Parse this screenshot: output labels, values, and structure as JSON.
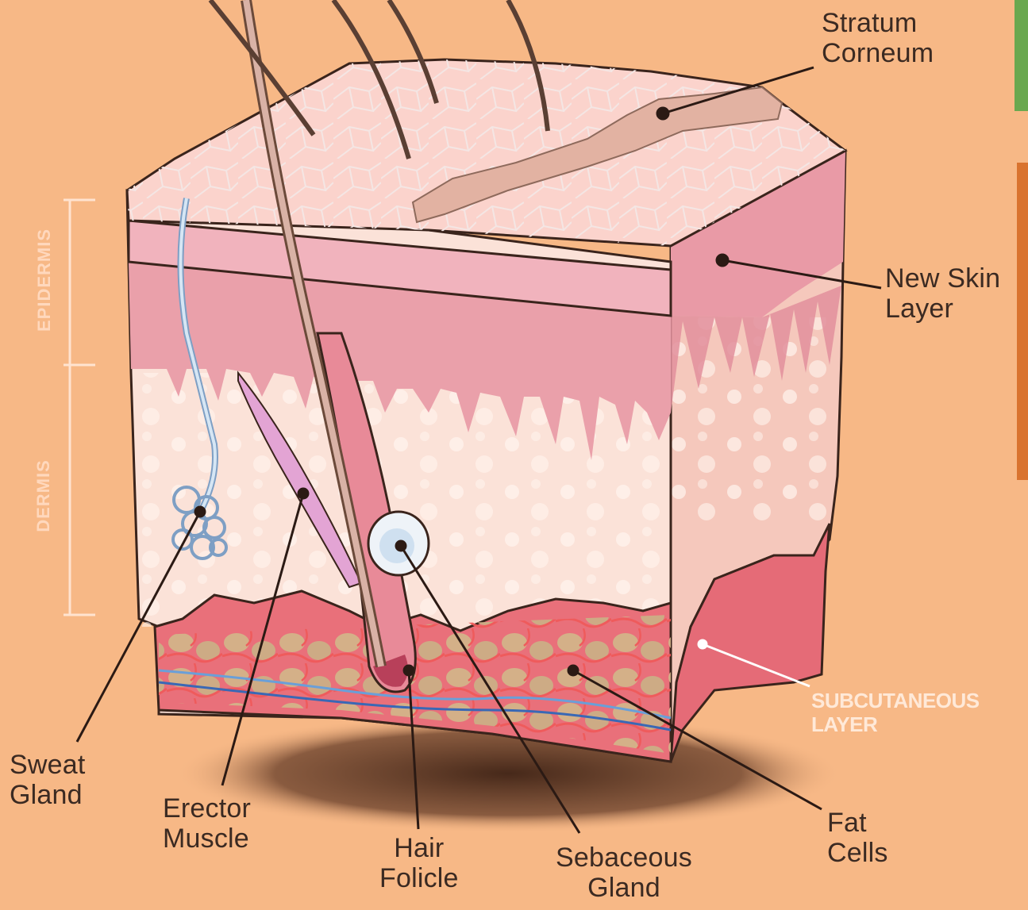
{
  "labels": {
    "stratum_corneum": [
      "Stratum",
      "Corneum"
    ],
    "new_skin_layer": [
      "New Skin",
      "Layer"
    ],
    "subcutaneous_layer": [
      "SUBCUTANEOUS",
      "LAYER"
    ],
    "sweat_gland": [
      "Sweat",
      "Gland"
    ],
    "erector_muscle": [
      "Erector",
      "Muscle"
    ],
    "hair_folicle": [
      "Hair",
      "Folicle"
    ],
    "sebaceous_gland": [
      "Sebaceous",
      "Gland"
    ],
    "fat_cells": [
      "Fat",
      "Cells"
    ],
    "epidermis": "EPIDERMIS",
    "dermis": "DERMIS"
  },
  "colors": {
    "background": "#f7b886",
    "epidermis_top": "#fbd3cc",
    "epidermis_band": "#eaa0aa",
    "dermis": "#fbe2d8",
    "subcutaneous": "#e9707a",
    "fat": "#d8b78e",
    "leader_line": "#2b1a14",
    "side_panel_green": "#6aa84f",
    "side_panel_orange": "#d9732f"
  }
}
